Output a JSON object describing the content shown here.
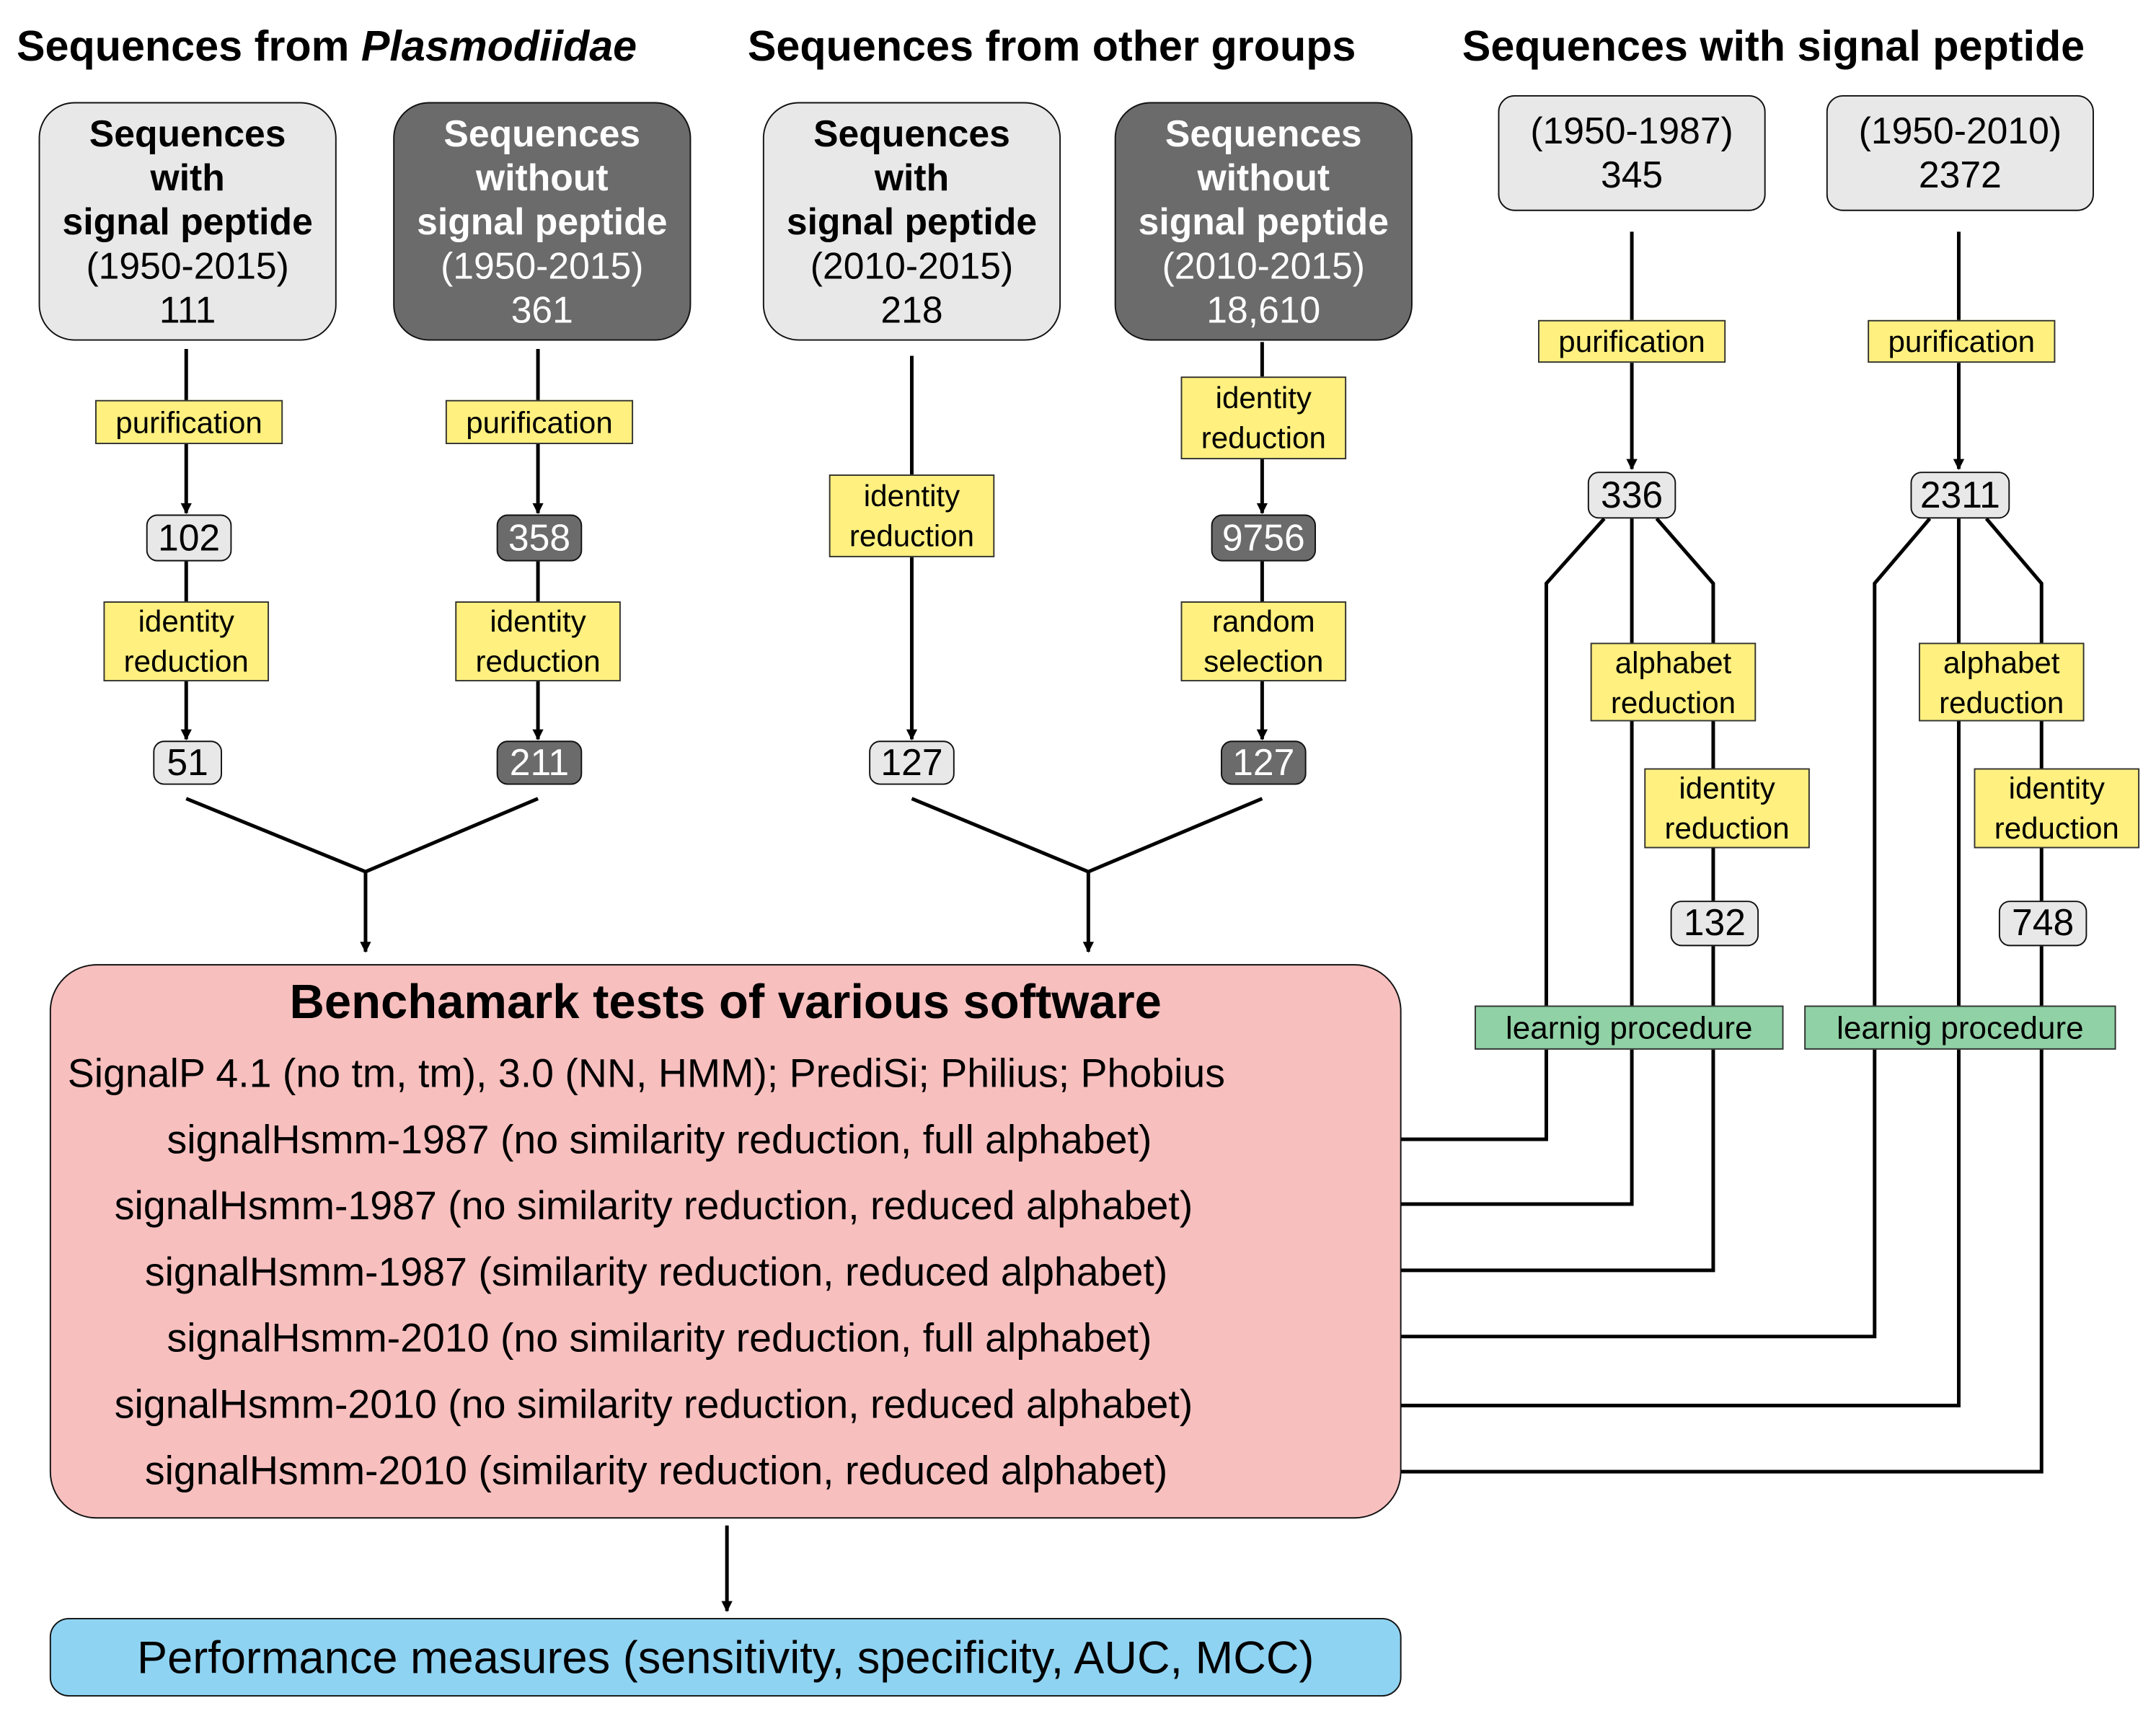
{
  "headings": {
    "plasmodiidae_prefix": "Sequences from ",
    "plasmodiidae_italic": "Plasmodiidae",
    "other_groups": "Sequences from other groups",
    "signal_peptide": "Sequences with signal peptide"
  },
  "plasmodiidae": {
    "with": {
      "line1": "Sequences",
      "line2": "with",
      "line3": "signal peptide",
      "years": "(1950-2015)",
      "count": "111"
    },
    "without": {
      "line1": "Sequences",
      "line2": "without",
      "line3": "signal peptide",
      "years": "(1950-2015)",
      "count": "361"
    },
    "with_after_purification": "102",
    "without_after_purification": "358",
    "with_after_identity": "51",
    "without_after_identity": "211"
  },
  "other_groups": {
    "with": {
      "line1": "Sequences",
      "line2": "with",
      "line3": "signal peptide",
      "years": "(2010-2015)",
      "count": "218"
    },
    "without": {
      "line1": "Sequences",
      "line2": "without",
      "line3": "signal peptide",
      "years": "(2010-2015)",
      "count": "18,610"
    },
    "with_after_identity": "127",
    "without_after_identity": "9756",
    "without_after_random": "127"
  },
  "signal_peptide": {
    "set1987": {
      "years": "(1950-1987)",
      "count": "345",
      "after_purification": "336",
      "after_identity": "132"
    },
    "set2010": {
      "years": "(1950-2010)",
      "count": "2372",
      "after_purification": "2311",
      "after_identity": "748"
    }
  },
  "steps": {
    "purification": "purification",
    "identity_1": "identity",
    "identity_2": "reduction",
    "random_1": "random",
    "random_2": "selection",
    "alphabet_1": "alphabet",
    "alphabet_2": "reduction",
    "learning": "learnig procedure"
  },
  "benchmark": {
    "title": "Benchamark tests of various software",
    "rows": [
      "SignalP 4.1 (no tm, tm), 3.0 (NN, HMM); PrediSi; Philius; Phobius",
      "signalHsmm-1987 (no similarity reduction, full alphabet)",
      "signalHsmm-1987 (no similarity reduction, reduced alphabet)",
      "signalHsmm-1987 (similarity reduction, reduced alphabet)",
      "signalHsmm-2010 (no similarity reduction, full alphabet)",
      "signalHsmm-2010 (no similarity reduction, reduced alphabet)",
      "signalHsmm-2010 (similarity reduction, reduced alphabet)"
    ]
  },
  "performance": "Performance measures (sensitivity, specificity, AUC, MCC)",
  "colors": {
    "light_box": "#e8e8e8",
    "dark_box": "#6b6b6b",
    "step_box": "#fff07f",
    "learning_box": "#90d1a5",
    "benchmark_box": "#f8bfbf",
    "performance_box": "#8fd3f2"
  }
}
